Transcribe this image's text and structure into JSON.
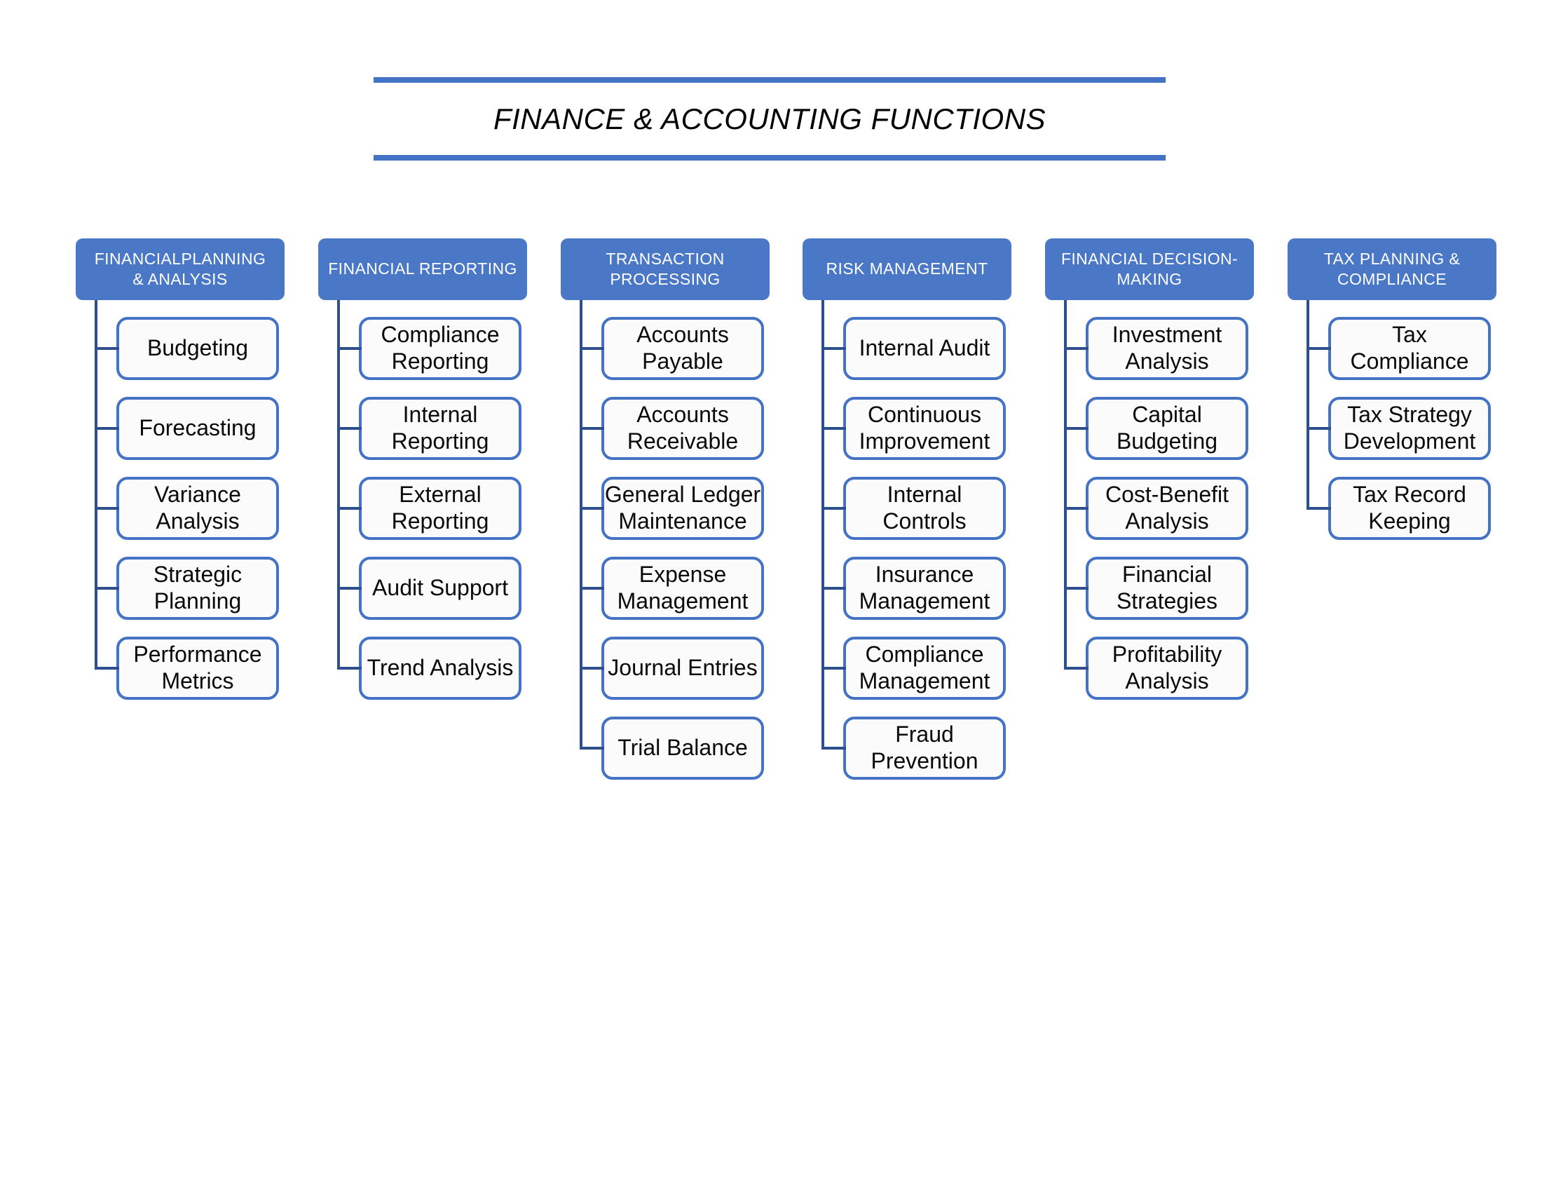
{
  "title": {
    "text": "FINANCE & ACCOUNTING FUNCTIONS"
  },
  "colors": {
    "accent_blue": "#4472C4",
    "header_fill": "#4A78C6",
    "connector_navy": "#2E4F8E",
    "node_fill": "#FBFBFC",
    "text_black": "#0A0A0A",
    "header_text": "#FFFFFF"
  },
  "columns": [
    {
      "header": "FINANCIALPLANNING\n& ANALYSIS",
      "children": [
        "Budgeting",
        "Forecasting",
        "Variance\nAnalysis",
        "Strategic\nPlanning",
        "Performance\nMetrics"
      ]
    },
    {
      "header": "FINANCIAL REPORTING",
      "children": [
        "Compliance\nReporting",
        "Internal\nReporting",
        "External\nReporting",
        "Audit Support",
        "Trend Analysis"
      ]
    },
    {
      "header": "TRANSACTION\nPROCESSING",
      "children": [
        "Accounts\nPayable",
        "Accounts\nReceivable",
        "General Ledger\nMaintenance",
        "Expense\nManagement",
        "Journal Entries",
        "Trial Balance"
      ]
    },
    {
      "header": "RISK MANAGEMENT",
      "children": [
        "Internal Audit",
        "Continuous\nImprovement",
        "Internal\nControls",
        "Insurance\nManagement",
        "Compliance\nManagement",
        "Fraud\nPrevention"
      ]
    },
    {
      "header": "FINANCIAL DECISION-\nMAKING",
      "children": [
        "Investment\nAnalysis",
        "Capital\nBudgeting",
        "Cost-Benefit\nAnalysis",
        "Financial\nStrategies",
        "Profitability\nAnalysis"
      ]
    },
    {
      "header": "TAX PLANNING &\nCOMPLIANCE",
      "children": [
        "Tax\nCompliance",
        "Tax Strategy\nDevelopment",
        "Tax Record\nKeeping"
      ]
    }
  ]
}
